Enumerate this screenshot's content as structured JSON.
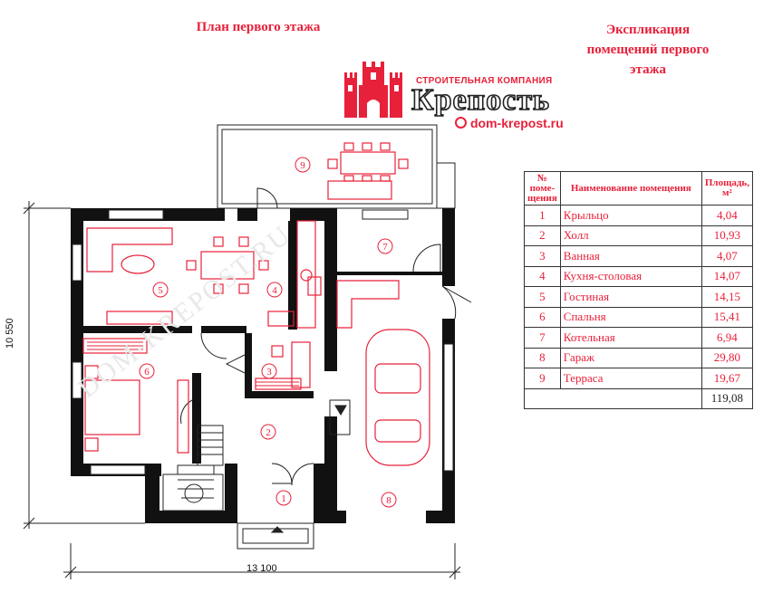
{
  "plan_title": "План первого этажа",
  "explication_title": [
    "Экспликация",
    "помещений первого",
    "этажа"
  ],
  "logo": {
    "company": "СТРОИТЕЛЬНАЯ КОМПАНИЯ",
    "brand": "Крепость",
    "website": "dom-krepost.ru"
  },
  "watermark": "DOM-KREPOST.RU",
  "table": {
    "headers": [
      "№ поме-щения",
      "Наименование помещения",
      "Площадь, м²"
    ],
    "rows": [
      {
        "num": "1",
        "name": "Крыльцо",
        "area": "4,04"
      },
      {
        "num": "2",
        "name": "Холл",
        "area": "10,93"
      },
      {
        "num": "3",
        "name": "Ванная",
        "area": "4,07"
      },
      {
        "num": "4",
        "name": "Кухня-столовая",
        "area": "14,07"
      },
      {
        "num": "5",
        "name": "Гостиная",
        "area": "14,15"
      },
      {
        "num": "6",
        "name": "Спальня",
        "area": "15,41"
      },
      {
        "num": "7",
        "name": "Котельная",
        "area": "6,94"
      },
      {
        "num": "8",
        "name": "Гараж",
        "area": "29,80"
      },
      {
        "num": "9",
        "name": "Терраса",
        "area": "19,67"
      }
    ],
    "total": "119,08"
  },
  "dimensions": {
    "width": "13 100",
    "height": "10 550"
  },
  "rooms": [
    "1",
    "2",
    "3",
    "4",
    "5",
    "6",
    "7",
    "8",
    "9"
  ],
  "colors": {
    "accent": "#e8213a",
    "wall": "#111111"
  }
}
